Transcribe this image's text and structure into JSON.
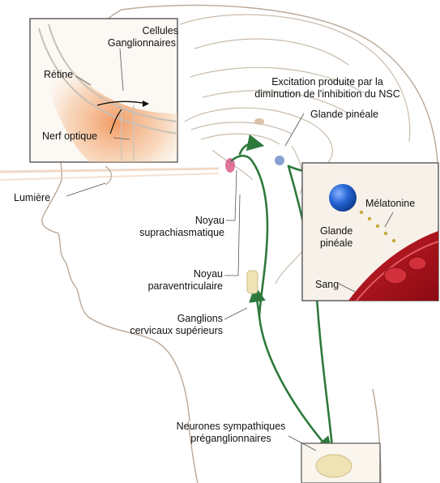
{
  "labels": {
    "cellules": "Cellules",
    "ganglionnaires": "Ganglionnaires",
    "retine": "Rétine",
    "nerf_optique": "Nerf optique",
    "excitation_line1": "Excitation produite par la",
    "excitation_line2": "diminution de l'inhibition du NSC",
    "glande_pineale_top": "Glande pinéale",
    "lumiere": "Lumière",
    "noyau_supra_line1": "Noyau",
    "noyau_supra_line2": "suprachiasmatique",
    "noyau_para_line1": "Noyau",
    "noyau_para_line2": "paraventriculaire",
    "ganglions_line1": "Ganglions",
    "ganglions_line2": "cervicaux supérieurs",
    "melatonine": "Mélatonine",
    "glande_inset_line1": "Glande",
    "glande_inset_line2": "pinéale",
    "sang": "Sang",
    "neurones_line1": "Neurones sympathiques",
    "neurones_line2": "préganglionnaires"
  },
  "colors": {
    "pathway": "#2e7a3c",
    "skin_outline": "#b9a898",
    "brain_line": "#c9bcae",
    "blood_vessel": "#b3141e",
    "pineal_blue": "#1c5fd0",
    "retina_glow": "#f2a56b",
    "ganglion_fill": "#efe2b4"
  }
}
